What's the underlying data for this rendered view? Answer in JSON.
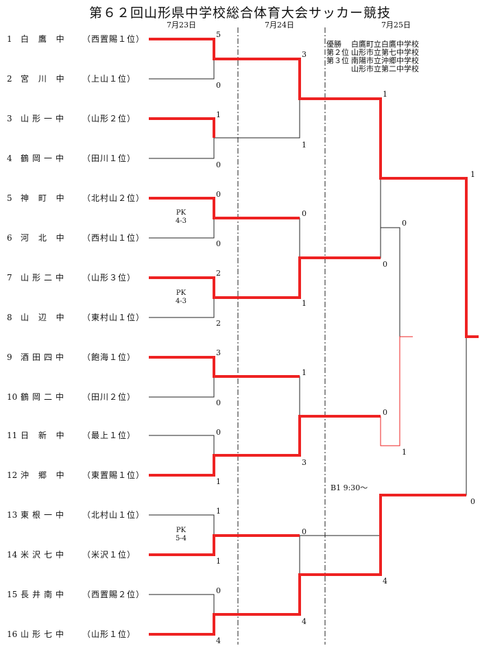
{
  "title": "第６２回山形県中学校総合体育大会サッカー競技",
  "dates": [
    "7月23日",
    "7月24日",
    "7月25日"
  ],
  "teams": [
    {
      "num": "1",
      "name": "白 鷹 中",
      "seed": "（西置賜１位）"
    },
    {
      "num": "2",
      "name": "宮 川 中",
      "seed": "（上山１位）"
    },
    {
      "num": "3",
      "name": "山形一中",
      "seed": "（山形２位）"
    },
    {
      "num": "4",
      "name": "鶴岡一中",
      "seed": "（田川１位）"
    },
    {
      "num": "5",
      "name": "神 町 中",
      "seed": "（北村山２位）"
    },
    {
      "num": "6",
      "name": "河 北 中",
      "seed": "（西村山１位）"
    },
    {
      "num": "7",
      "name": "山形二中",
      "seed": "（山形３位）"
    },
    {
      "num": "8",
      "name": "山 辺 中",
      "seed": "（東村山１位）"
    },
    {
      "num": "9",
      "name": "酒田四中",
      "seed": "（飽海１位）"
    },
    {
      "num": "10",
      "name": "鶴岡二中",
      "seed": "（田川２位）"
    },
    {
      "num": "11",
      "name": "日 新 中",
      "seed": "（最上１位）"
    },
    {
      "num": "12",
      "name": "沖 郷 中",
      "seed": "（東置賜１位）"
    },
    {
      "num": "13",
      "name": "東根一中",
      "seed": "（北村山１位）"
    },
    {
      "num": "14",
      "name": "米沢七中",
      "seed": "（米沢１位）"
    },
    {
      "num": "15",
      "name": "長井南中",
      "seed": "（西置賜２位）"
    },
    {
      "num": "16",
      "name": "山形七中",
      "seed": "（山形１位）"
    }
  ],
  "round1_scores": [
    "5",
    "0",
    "1",
    "0",
    "0",
    "0",
    "2",
    "2",
    "3",
    "0",
    "0",
    "1",
    "1",
    "1",
    "0",
    "4"
  ],
  "round2_scores": [
    "3",
    "1",
    "0",
    "1",
    "1",
    "3",
    "0",
    "4"
  ],
  "semi_scores": [
    "1",
    "0",
    "0",
    "4"
  ],
  "final_scores": [
    "1",
    "0"
  ],
  "third_place_scores": [
    "0",
    "1"
  ],
  "pk_notes": [
    {
      "label": "PK",
      "score": "4-3"
    },
    {
      "label": "PK",
      "score": "4-3"
    },
    {
      "label": "PK",
      "score": "5-4"
    }
  ],
  "results": [
    {
      "label": "優勝",
      "value": "白鷹町立白鷹中学校"
    },
    {
      "label": "第２位",
      "value": "山形市立第七中学校"
    },
    {
      "label": "第３位",
      "value": "南陽市立沖郷中学校"
    },
    {
      "label": "",
      "value": "山形市立第二中学校"
    }
  ],
  "note": "B1 9:30～",
  "colors": {
    "winner_line": "#ee2222",
    "line": "#222222"
  }
}
